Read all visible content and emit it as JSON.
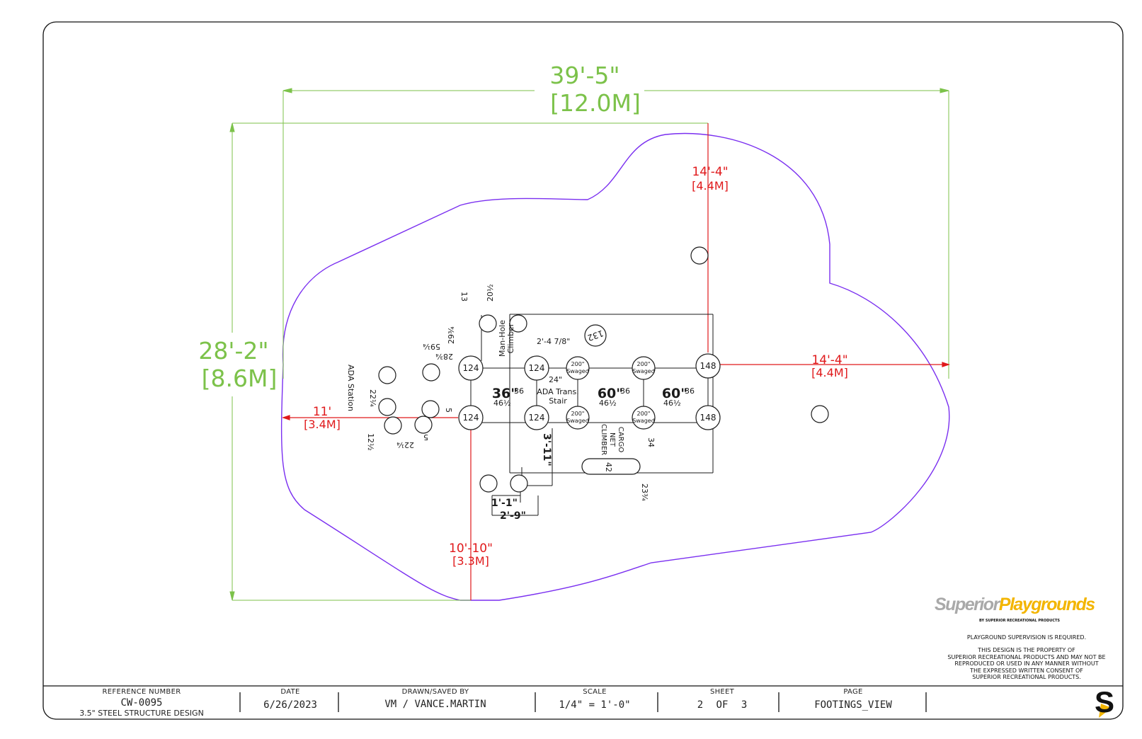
{
  "plan": {
    "overall_width": "39'-5\"",
    "overall_width_metric": "[12.0M]",
    "overall_depth": "28'-2\"",
    "overall_depth_metric": "[8.6M]",
    "clearance_top": "14'-4\"",
    "clearance_top_metric": "[4.4M]",
    "clearance_right": "14'-4\"",
    "clearance_right_metric": "[4.4M]",
    "clearance_left": "11'",
    "clearance_left_metric": "[3.4M]",
    "clearance_bottom": "10'-10\"",
    "clearance_bottom_metric": "[3.3M]",
    "footings": {
      "post_124": "124",
      "post_148": "148",
      "post_132": "132",
      "swaged_size": "200\"",
      "swaged_label": "Swaged"
    },
    "deck_spans": {
      "span_36": "36\"",
      "span_60a": "60\"",
      "span_60b": "60\""
    },
    "labels": {
      "ada_station": "ADA Station",
      "man_hole_climber": "Man-Hole Climber",
      "ada_trans_stair": "ADA Trans. Stair",
      "cargo_net_climber": "CARGO NET CLIMBER"
    },
    "dims": {
      "d13": "13",
      "d20_5": "20½",
      "d29_75": "29¾",
      "d59_25": "59¼",
      "d28_75": "28¾",
      "d22_25": "22¼",
      "d12_5": "12½",
      "d22_25b": "22¼",
      "d5a": "5",
      "d5b": "5",
      "d2_4_78": "2'-4 7/8\"",
      "d24": "24\"",
      "d36a": "36",
      "d36b": "36",
      "d36c": "36",
      "d46_5a": "46½",
      "d46_5b": "46½",
      "d46_5c": "46½",
      "d3_11": "3'-11\"",
      "d34": "34",
      "d42": "42",
      "d23_75": "23¾",
      "d1_1": "1'-1\"",
      "d2_9": "2'-9\""
    }
  },
  "branding": {
    "logo_superior": "Superior",
    "logo_playgrounds": "Playgrounds",
    "logo_tagline": "BY SUPERIOR RECREATIONAL PRODUCTS",
    "supervision": "PLAYGROUND SUPERVISION IS REQUIRED.",
    "property_notice": "THIS DESIGN IS THE PROPERTY OF SUPERIOR RECREATIONAL PRODUCTS AND MAY NOT BE REPRODUCED OR USED IN ANY MANNER WITHOUT THE EXPRESSED WRITTEN CONSENT OF SUPERIOR RECREATIONAL PRODUCTS.",
    "property_lines": [
      "THIS DESIGN IS THE PROPERTY OF",
      "SUPERIOR RECREATIONAL PRODUCTS AND MAY NOT BE",
      "REPRODUCED OR USED IN ANY MANNER WITHOUT",
      "THE EXPRESSED WRITTEN CONSENT OF",
      "SUPERIOR RECREATIONAL PRODUCTS."
    ],
    "badge": "S"
  },
  "title_block": {
    "ref_label": "REFERENCE NUMBER",
    "ref_value": "CW-0095",
    "ref_sub": "3.5\" STEEL STRUCTURE DESIGN",
    "date_label": "DATE",
    "date_value": "6/26/2023",
    "drawn_label": "DRAWN/SAVED BY",
    "drawn_value": "VM / VANCE.MARTIN",
    "scale_label": "SCALE",
    "scale_value": "1/4\" = 1'-0\"",
    "sheet_label": "SHEET",
    "sheet_value": "2 OF 3",
    "page_label": "PAGE",
    "page_value": "FOOTINGS_VIEW"
  },
  "colors": {
    "dimension_green": "#7cc24a",
    "clearance_red": "#e0191b",
    "safety_zone_purple": "#7a2ff0",
    "logo_gray": "#a9a9a9",
    "logo_yellow": "#f3b500"
  }
}
